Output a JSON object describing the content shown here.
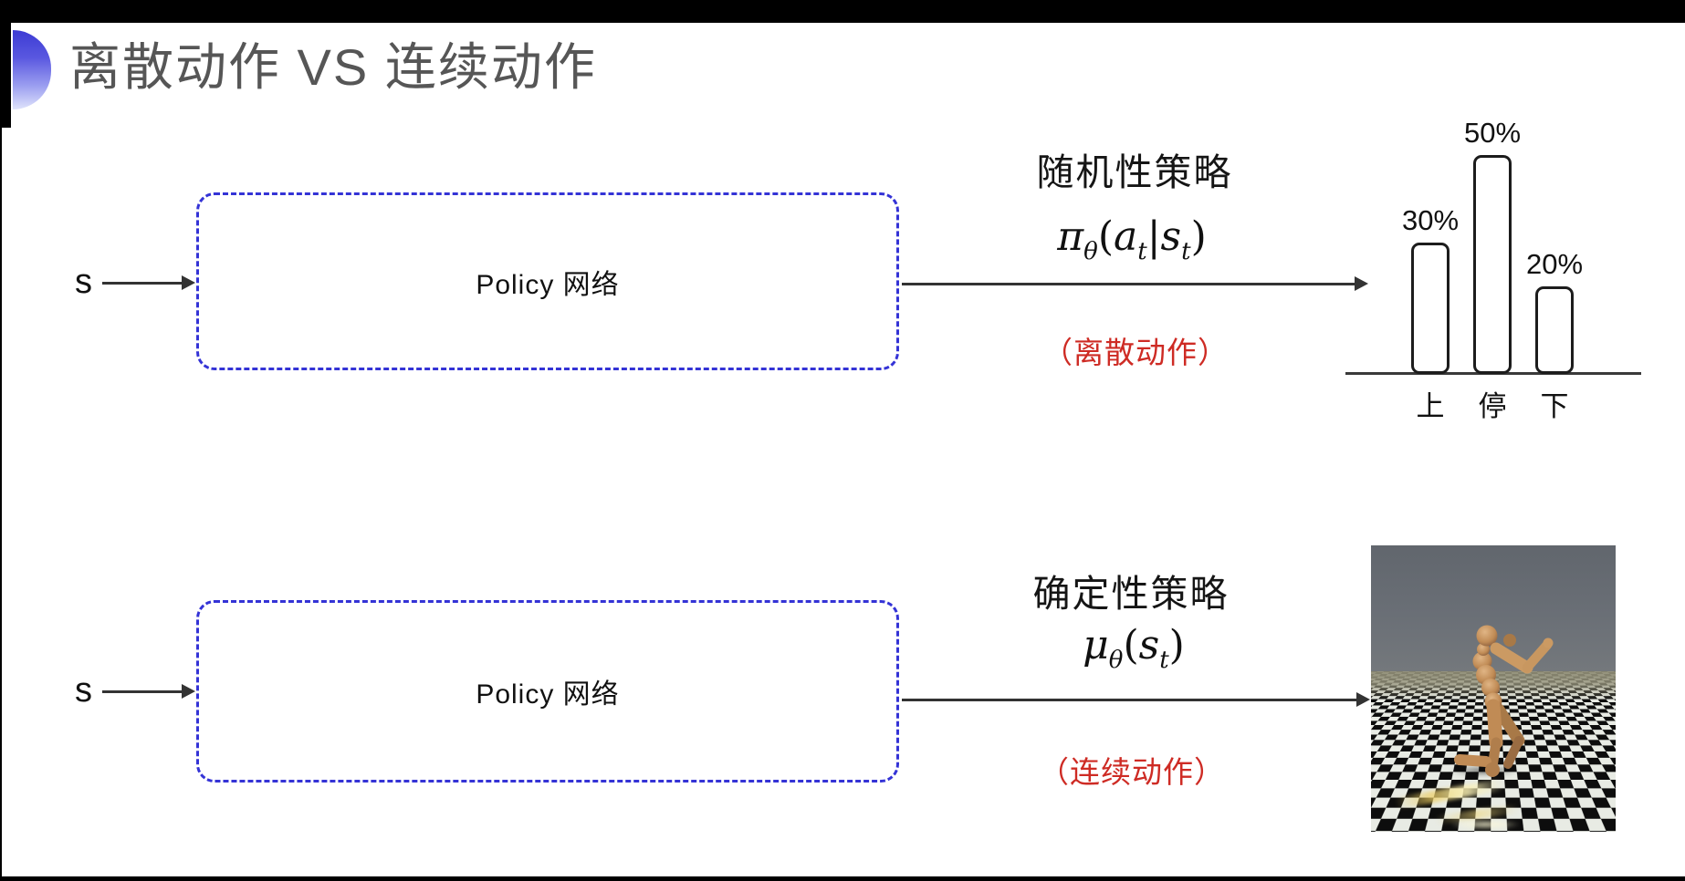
{
  "header": {
    "title": "离散动作 VS 连续动作",
    "title_color": "#565656",
    "accent_color_top": "#3c3bd4",
    "accent_color_bottom": "#dfe3fb"
  },
  "diagram": {
    "box_border_color": "#3433d6",
    "arrow_color": "#333333"
  },
  "rows": {
    "top": {
      "input_label": "s",
      "box_label": "Policy 网络",
      "policy_type": "随机性策略",
      "formula": {
        "fn": "π",
        "fn_sub": "θ",
        "lp": "(",
        "a1": "a",
        "a1_sub": "t",
        "bar": "|",
        "a2": "s",
        "a2_sub": "t",
        "rp": ")"
      },
      "annotation": "（离散动作）",
      "annotation_color": "#ce2b24"
    },
    "bottom": {
      "input_label": "s",
      "box_label": "Policy 网络",
      "policy_type": "确定性策略",
      "formula": {
        "fn": "μ",
        "fn_sub": "θ",
        "lp": "(",
        "a1": "s",
        "a1_sub": "t",
        "rp": ")"
      },
      "annotation": "（连续动作）",
      "annotation_color": "#ce2b24"
    }
  },
  "chart_data": {
    "type": "bar",
    "categories": [
      "上",
      "停",
      "下"
    ],
    "values": [
      30,
      50,
      20
    ],
    "value_labels": [
      "30%",
      "50%",
      "20%"
    ],
    "title": "",
    "xlabel": "",
    "ylabel": "",
    "ylim": [
      0,
      55
    ],
    "grid": false,
    "legend": false,
    "bar_fill": "#ffffff",
    "bar_border": "#1c1c1c"
  },
  "simulation_image": {
    "icon": "humanoid-robot-simulation",
    "sky_top": "#61666d",
    "sky_bottom": "#74787c",
    "ground_band": "#8d8b74",
    "checker_dark": "#0d0d0d",
    "checker_light": "#e8ebe4",
    "body_color": "#c79565"
  }
}
